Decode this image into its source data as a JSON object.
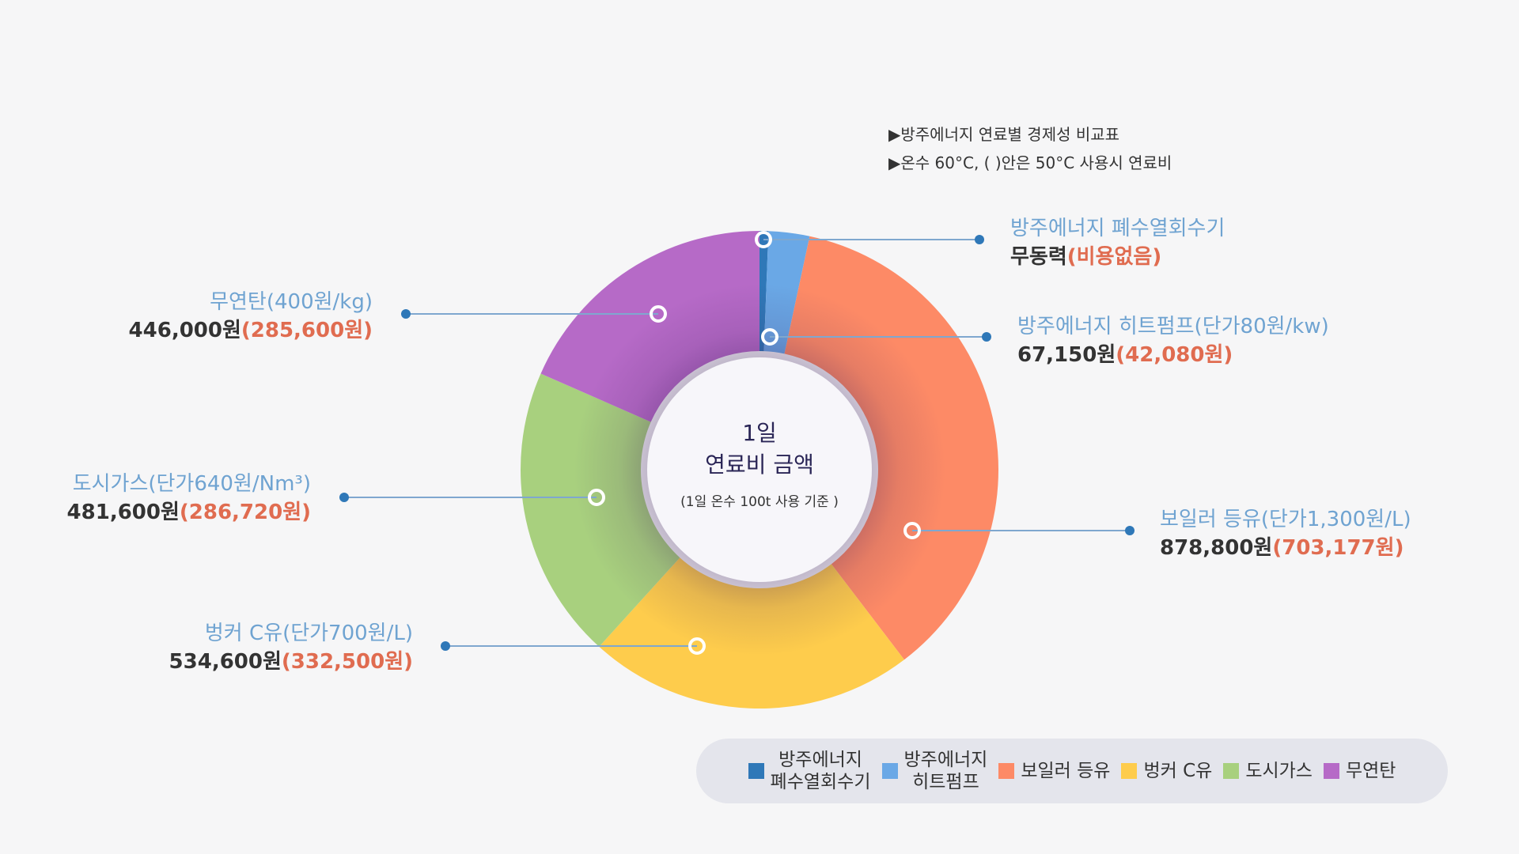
{
  "notes": [
    "▶방주에너지 연료별 경제성 비교표",
    "▶온수 60°C, ( )안은 50°C 사용시 연료비"
  ],
  "center": {
    "title_line1": "1일",
    "title_line2": "연료비 금액",
    "subtitle": "(1일 온수 100t 사용 기준 )"
  },
  "labels": {
    "waste_heat": {
      "name": "방주에너지 폐수열회수기",
      "value": "무동력",
      "paren": "(비용없음)"
    },
    "heat_pump": {
      "name": "방주에너지 히트펌프(단가80원/kw)",
      "value": "67,150원",
      "paren": "(42,080원)"
    },
    "kerosene": {
      "name": "보일러 등유(단가1,300원/L)",
      "value": "878,800원",
      "paren": "(703,177원)"
    },
    "bunker_c": {
      "name": "벙커 C유(단가700원/L)",
      "value": "534,600원",
      "paren": "(332,500원)"
    },
    "city_gas": {
      "name": "도시가스(단가640원/Nm³)",
      "value": "481,600원",
      "paren": "(286,720원)"
    },
    "anthracite": {
      "name": "무연탄(400원/kg)",
      "value": "446,000원",
      "paren": "(285,600원)"
    }
  },
  "legend": [
    {
      "label_line1": "방주에너지",
      "label_line2": "폐수열회수기",
      "color": "#2f78b8"
    },
    {
      "label_line1": "방주에너지",
      "label_line2": "히트펌프",
      "color": "#6aa8e6"
    },
    {
      "label_line1": "보일러 등유",
      "label_line2": "",
      "color": "#fd8a66"
    },
    {
      "label_line1": "벙커 C유",
      "label_line2": "",
      "color": "#fecc4c"
    },
    {
      "label_line1": "도시가스",
      "label_line2": "",
      "color": "#a8d07e"
    },
    {
      "label_line1": "무연탄",
      "label_line2": "",
      "color": "#b66ac7"
    }
  ],
  "chart_data": {
    "type": "pie",
    "categories": [
      "방주에너지 폐수열회수기",
      "방주에너지 히트펌프",
      "보일러 등유",
      "벙커 C유",
      "도시가스",
      "무연탄"
    ],
    "values": [
      0,
      67150,
      878800,
      534600,
      481600,
      446000
    ],
    "values_50c": [
      0,
      42080,
      703177,
      332500,
      286720,
      285600
    ],
    "colors": [
      "#2f78b8",
      "#6aa8e6",
      "#fd8a66",
      "#fecc4c",
      "#a8d07e",
      "#b66ac7"
    ]
  }
}
